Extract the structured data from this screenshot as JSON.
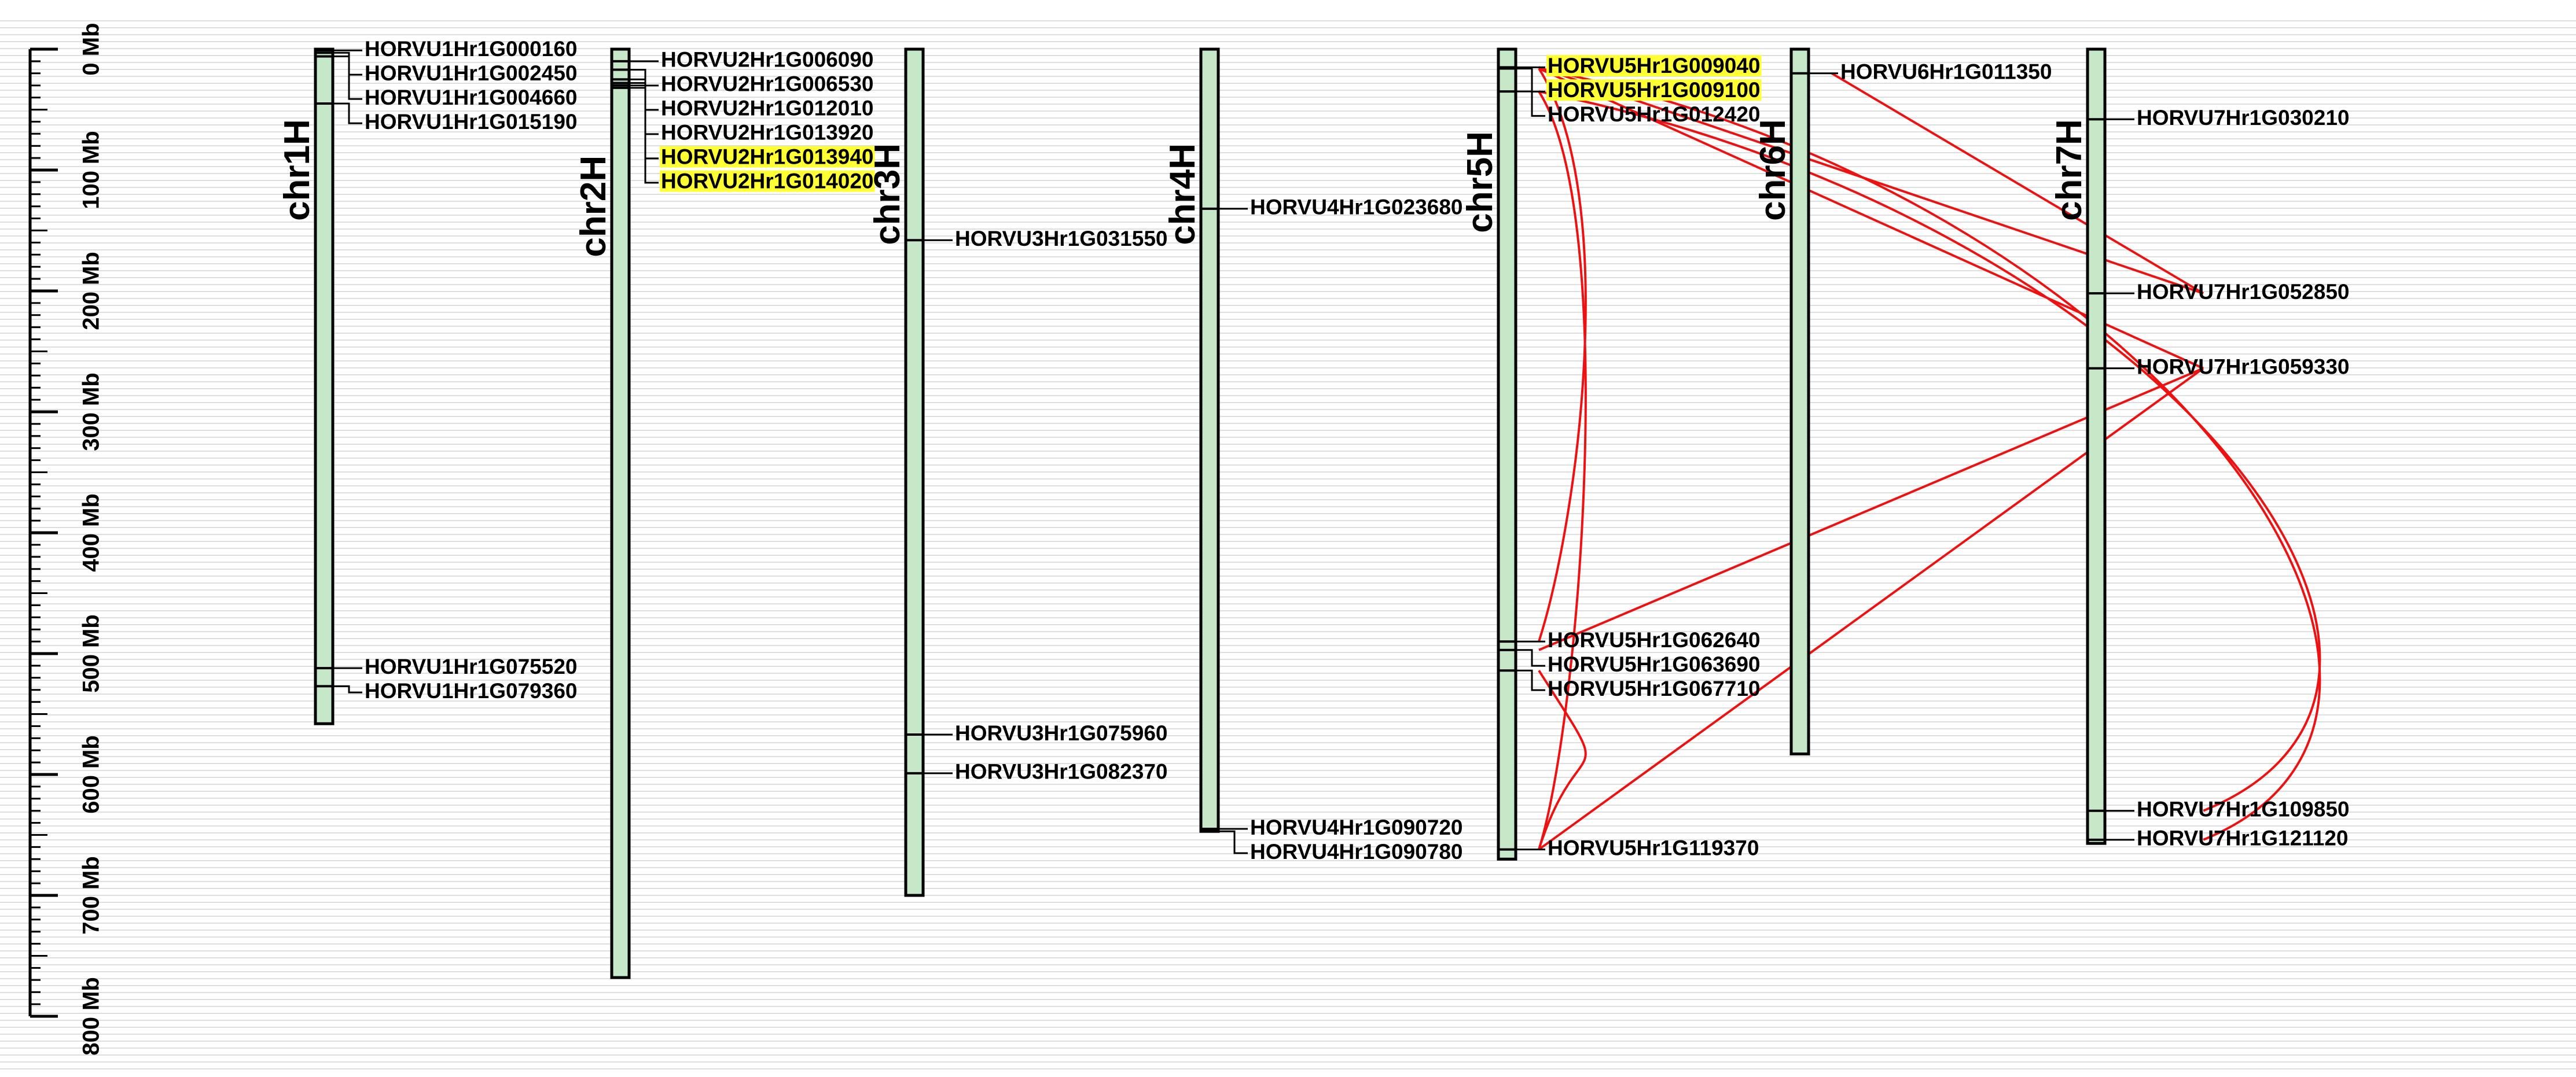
{
  "axis": {
    "unit": "Mb",
    "max_mb": 800,
    "ticks": [
      {
        "value": 0,
        "label": "0 Mb"
      },
      {
        "value": 100,
        "label": "100 Mb"
      },
      {
        "value": 200,
        "label": "200 Mb"
      },
      {
        "value": 300,
        "label": "300 Mb"
      },
      {
        "value": 400,
        "label": "400 Mb"
      },
      {
        "value": 500,
        "label": "500 Mb"
      },
      {
        "value": 600,
        "label": "600 Mb"
      },
      {
        "value": 700,
        "label": "700 Mb"
      },
      {
        "value": 800,
        "label": "800 Mb"
      }
    ]
  },
  "colors": {
    "chromosome_fill": "#c6e8c8",
    "chromosome_stroke": "#000000",
    "link": "#ee1111",
    "highlight": "#ffff33",
    "grid": "#d4d4d4"
  },
  "chromosomes": [
    {
      "name": "chr1H",
      "length_mb": 558,
      "genes": [
        {
          "id": "HORVU1Hr1G000160",
          "mb": 1,
          "highlight": false
        },
        {
          "id": "HORVU1Hr1G002450",
          "mb": 3,
          "highlight": false
        },
        {
          "id": "HORVU1Hr1G004660",
          "mb": 6,
          "highlight": false
        },
        {
          "id": "HORVU1Hr1G015190",
          "mb": 45,
          "highlight": false
        },
        {
          "id": "HORVU1Hr1G075520",
          "mb": 512,
          "highlight": false
        },
        {
          "id": "HORVU1Hr1G079360",
          "mb": 527,
          "highlight": false
        }
      ]
    },
    {
      "name": "chr2H",
      "length_mb": 768,
      "genes": [
        {
          "id": "HORVU2Hr1G006090",
          "mb": 10,
          "highlight": false
        },
        {
          "id": "HORVU2Hr1G006530",
          "mb": 17,
          "highlight": false
        },
        {
          "id": "HORVU2Hr1G012010",
          "mb": 25,
          "highlight": false
        },
        {
          "id": "HORVU2Hr1G013920",
          "mb": 28,
          "highlight": false
        },
        {
          "id": "HORVU2Hr1G013940",
          "mb": 30,
          "highlight": true
        },
        {
          "id": "HORVU2Hr1G014020",
          "mb": 32,
          "highlight": true
        }
      ]
    },
    {
      "name": "chr3H",
      "length_mb": 700,
      "genes": [
        {
          "id": "HORVU3Hr1G031550",
          "mb": 158,
          "highlight": false
        },
        {
          "id": "HORVU3Hr1G075960",
          "mb": 567,
          "highlight": false
        },
        {
          "id": "HORVU3Hr1G082370",
          "mb": 599,
          "highlight": false
        }
      ]
    },
    {
      "name": "chr4H",
      "length_mb": 647,
      "genes": [
        {
          "id": "HORVU4Hr1G023680",
          "mb": 132,
          "highlight": false
        },
        {
          "id": "HORVU4Hr1G090720",
          "mb": 645,
          "highlight": false
        },
        {
          "id": "HORVU4Hr1G090780",
          "mb": 647,
          "highlight": false
        }
      ]
    },
    {
      "name": "chr5H",
      "length_mb": 670,
      "genes": [
        {
          "id": "HORVU5Hr1G009040",
          "mb": 15,
          "highlight": true
        },
        {
          "id": "HORVU5Hr1G009100",
          "mb": 16,
          "highlight": true
        },
        {
          "id": "HORVU5Hr1G012420",
          "mb": 35,
          "highlight": false
        },
        {
          "id": "HORVU5Hr1G062640",
          "mb": 490,
          "highlight": false
        },
        {
          "id": "HORVU5Hr1G063690",
          "mb": 497,
          "highlight": false
        },
        {
          "id": "HORVU5Hr1G067710",
          "mb": 514,
          "highlight": false
        },
        {
          "id": "HORVU5Hr1G119370",
          "mb": 662,
          "highlight": false
        }
      ]
    },
    {
      "name": "chr6H",
      "length_mb": 583,
      "genes": [
        {
          "id": "HORVU6Hr1G011350",
          "mb": 20,
          "highlight": false
        }
      ]
    },
    {
      "name": "chr7H",
      "length_mb": 657,
      "genes": [
        {
          "id": "HORVU7Hr1G030210",
          "mb": 58,
          "highlight": false
        },
        {
          "id": "HORVU7Hr1G052850",
          "mb": 202,
          "highlight": false
        },
        {
          "id": "HORVU7Hr1G059330",
          "mb": 264,
          "highlight": false
        },
        {
          "id": "HORVU7Hr1G109850",
          "mb": 630,
          "highlight": false
        },
        {
          "id": "HORVU7Hr1G121120",
          "mb": 654,
          "highlight": false
        }
      ]
    }
  ],
  "links": [
    {
      "from": "HORVU5Hr1G009040",
      "to": "HORVU7Hr1G052850",
      "shape": "straight"
    },
    {
      "from": "HORVU5Hr1G009100",
      "to": "HORVU7Hr1G059330",
      "shape": "straight"
    },
    {
      "from": "HORVU5Hr1G009100",
      "to": "HORVU7Hr1G121120",
      "shape": "arc"
    },
    {
      "from": "HORVU5Hr1G012420",
      "to": "HORVU7Hr1G109850",
      "shape": "arc"
    },
    {
      "from": "HORVU5Hr1G012420",
      "to": "HORVU5Hr1G119370",
      "shape": "arc"
    },
    {
      "from": "HORVU5Hr1G009100",
      "to": "HORVU5Hr1G062640",
      "shape": "arc"
    },
    {
      "from": "HORVU5Hr1G063690",
      "to": "HORVU7Hr1G059330",
      "shape": "straight"
    },
    {
      "from": "HORVU5Hr1G119370",
      "to": "HORVU7Hr1G059330",
      "shape": "straight"
    },
    {
      "from": "HORVU5Hr1G067710",
      "to": "HORVU5Hr1G119370",
      "shape": "arc"
    },
    {
      "from": "HORVU6Hr1G011350",
      "to": "HORVU7Hr1G052850",
      "shape": "straight"
    }
  ]
}
